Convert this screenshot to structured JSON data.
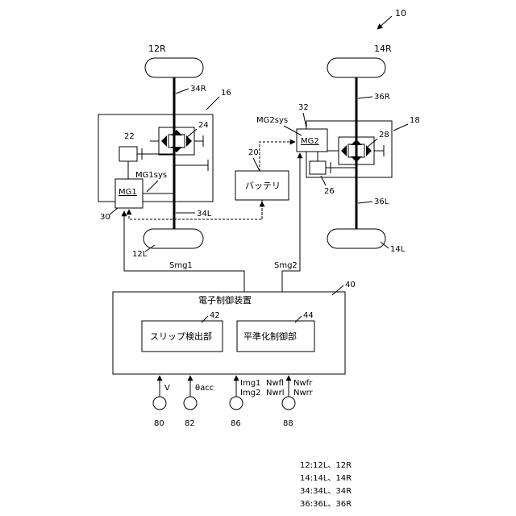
{
  "labels": {
    "fig_ref": "10",
    "wheel_fr": "12R",
    "wheel_fl": "12L",
    "wheel_rr": "14R",
    "wheel_rl": "14L",
    "shaft_34r": "34R",
    "shaft_34l": "34L",
    "shaft_36r": "36R",
    "shaft_36l": "36L",
    "front_unit": "16",
    "rear_unit": "18",
    "diff_front": "24",
    "diff_rear": "28",
    "clutch_front": "22",
    "clutch_rear": "26",
    "mg1sys": "MG1sys",
    "mg2sys": "MG2sys",
    "mg1": "MG1",
    "mg2": "MG2",
    "mg1_ref": "30",
    "mg2_ref": "32",
    "battery_ref": "20",
    "battery": "バッテリ",
    "smg1": "Smg1",
    "smg2": "Smg2",
    "ecu_ref": "40",
    "ecu_title": "電子制御装置",
    "slip_ref": "42",
    "slip_box": "スリップ検出部",
    "smooth_ref": "44",
    "smooth_box": "平準化制御部"
  },
  "sensors": [
    {
      "ref": "80",
      "signal_1": "V",
      "signal_2": ""
    },
    {
      "ref": "82",
      "signal_1": "θacc",
      "signal_2": ""
    },
    {
      "ref": "86",
      "signal_1": "Img1",
      "signal_2": "Img2"
    },
    {
      "ref": "88",
      "signal_1": "Nwfl",
      "signal_2": "Nwrl",
      "signal_3": "Nwfr",
      "signal_4": "Nwrr"
    }
  ],
  "legend": [
    "12:12L、12R",
    "14:14L、14R",
    "34:34L、34R",
    "36:36L、36R"
  ]
}
